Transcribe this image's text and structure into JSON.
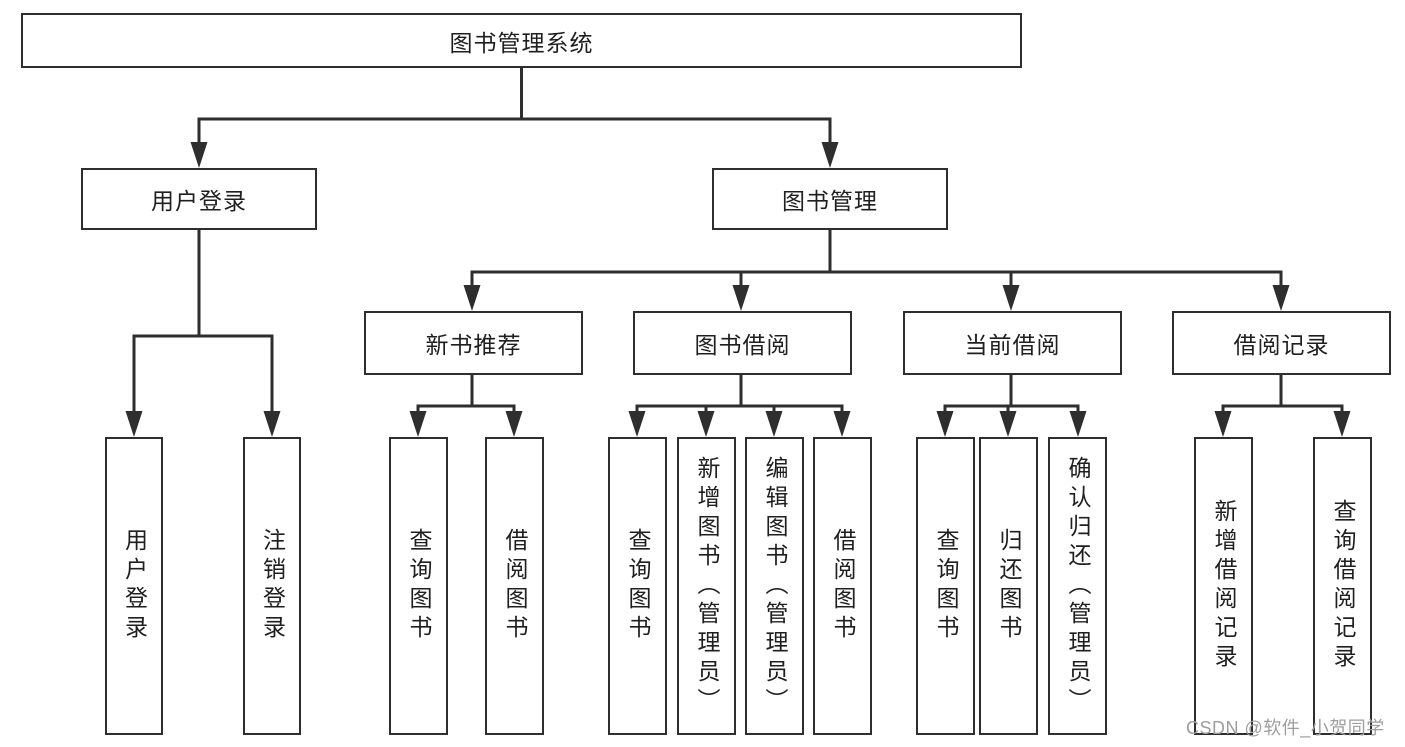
{
  "diagram": {
    "root": {
      "label": "图书管理系统"
    },
    "branches": [
      {
        "label": "用户登录",
        "leaves": [
          "用户登录",
          "注销登录"
        ]
      },
      {
        "label": "图书管理",
        "groups": [
          {
            "label": "新书推荐",
            "leaves": [
              "查询图书",
              "借阅图书"
            ]
          },
          {
            "label": "图书借阅",
            "leaves": [
              "查询图书",
              "新增图书（管理员）",
              "编辑图书（管理员）",
              "借阅图书"
            ]
          },
          {
            "label": "当前借阅",
            "leaves": [
              "查询图书",
              "归还图书",
              "确认归还（管理员）"
            ]
          },
          {
            "label": "借阅记录",
            "leaves": [
              "新增借阅记录",
              "查询借阅记录"
            ]
          }
        ]
      }
    ]
  },
  "watermark": "CSDN @软件_小贺同学",
  "colors": {
    "line": "#2e2e2e",
    "text": "#1f1f1f",
    "watermark": "#9e9e9e",
    "background": "#ffffff"
  }
}
